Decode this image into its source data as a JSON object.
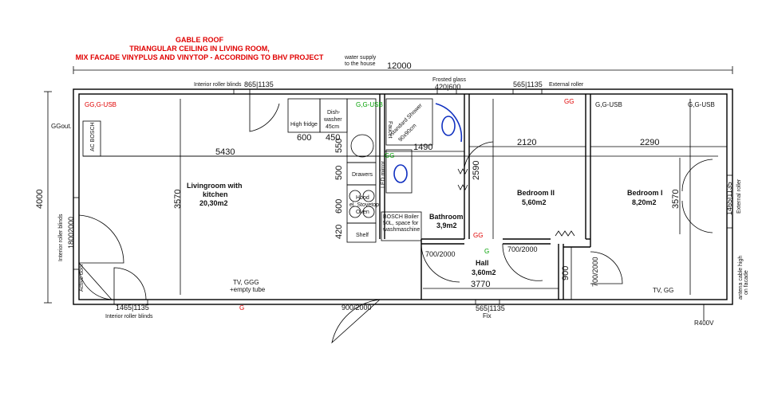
{
  "notes": {
    "line1": "GABLE ROOF",
    "line2": "TRIANGULAR CEILING IN LIVING ROOM,",
    "line3": "MIX FACADE VINYPLUS AND VINYTOP - ACCORDING TO BHV PROJECT"
  },
  "labels": {
    "water_supply_1": "water supply",
    "water_supply_2": "to the house",
    "total_length": "12000",
    "total_width": "4000",
    "roller_blinds_top": "Interior roller blinds",
    "window_top_left": "865|1135",
    "frosted_glass": "Frosted glass",
    "window_bath": "420|600",
    "window_bed2": "565|1135",
    "external_roller_top": "External roller",
    "gg_usb_left": "GG,G-USB",
    "gg_usb_kitchen": "G,G-USB",
    "gg_red_bed2": "GG",
    "gg_usb_bed1_a": "G,G-USB",
    "gg_usb_bed1_b": "G,G-USB",
    "gg_out": "GGout.",
    "ac_bosch": "AC BOSCH",
    "high_fridge": "High fridge",
    "dishwasher_1": "Dish-",
    "dishwasher_2": "washer",
    "dishwasher_3": "45cm",
    "faucet": "Faucet",
    "shower_1": "standard Shower",
    "shower_2": "90x90cm",
    "dim_600": "600",
    "dim_450": "450",
    "dim_550": "550",
    "dim_5430": "5430",
    "dim_1490": "1490",
    "dim_2120": "2120",
    "dim_2290": "2290",
    "gg_green_bath": "GG",
    "led_mirror": "LED mirror",
    "drawers": "Drawers",
    "dim_500": "500",
    "dim_2590": "2590",
    "living_1": "Livingroom with",
    "living_2": "kitchen",
    "living_3": "20,30m2",
    "dim_3570_left": "3570",
    "hood_1": "Hood",
    "hood_2": "el. Stovetop",
    "hood_3": "Oven",
    "dim_600b": "600",
    "boiler_1": "BOSCH Boiler",
    "boiler_2": "50L, space for",
    "boiler_3": "washmaschine",
    "bath_1": "Bathroom",
    "bath_2": "3,9m2",
    "bed2_1": "Bedroom II",
    "bed2_2": "5,60m2",
    "bed1_1": "Bedroom I",
    "bed1_2": "8,20m2",
    "dim_3570_right": "3570",
    "window_right": "1465|1135",
    "external_roller_right": "External roller",
    "dim_420": "420",
    "shelf": "Shelf",
    "gg_red_bed2_low": "GG",
    "g_green_hall": "G",
    "door_bath": "700/2000",
    "door_bed2": "700/2000",
    "hall_1": "Hall",
    "hall_2": "3,60m2",
    "dim_900": "900",
    "door_bed1": "700/2000",
    "dim_3770": "3770",
    "interior_blinds_left": "Interior roller blinds",
    "dim_1800": "1800",
    "window_left": "2000",
    "active_door": "Active door",
    "tv_ggg_1": "TV, GGG",
    "tv_ggg_2": "+empty tube",
    "tv_gg": "TV, GG",
    "antenna_1": "antena cable high",
    "antenna_2": "on facade",
    "window_bottom_left": "1465|1135",
    "interior_blinds_bottom": "Interior roller blinds",
    "g_red_bottom": "G",
    "door_entry": "900/2000",
    "window_bottom_mid": "565|1135",
    "fix": "Fix",
    "r400v": "R400V"
  },
  "colors": {
    "walls": "#000000",
    "annotations_red": "#e00000",
    "annotations_green": "#00a000",
    "fixtures_blue": "#1030c0"
  }
}
